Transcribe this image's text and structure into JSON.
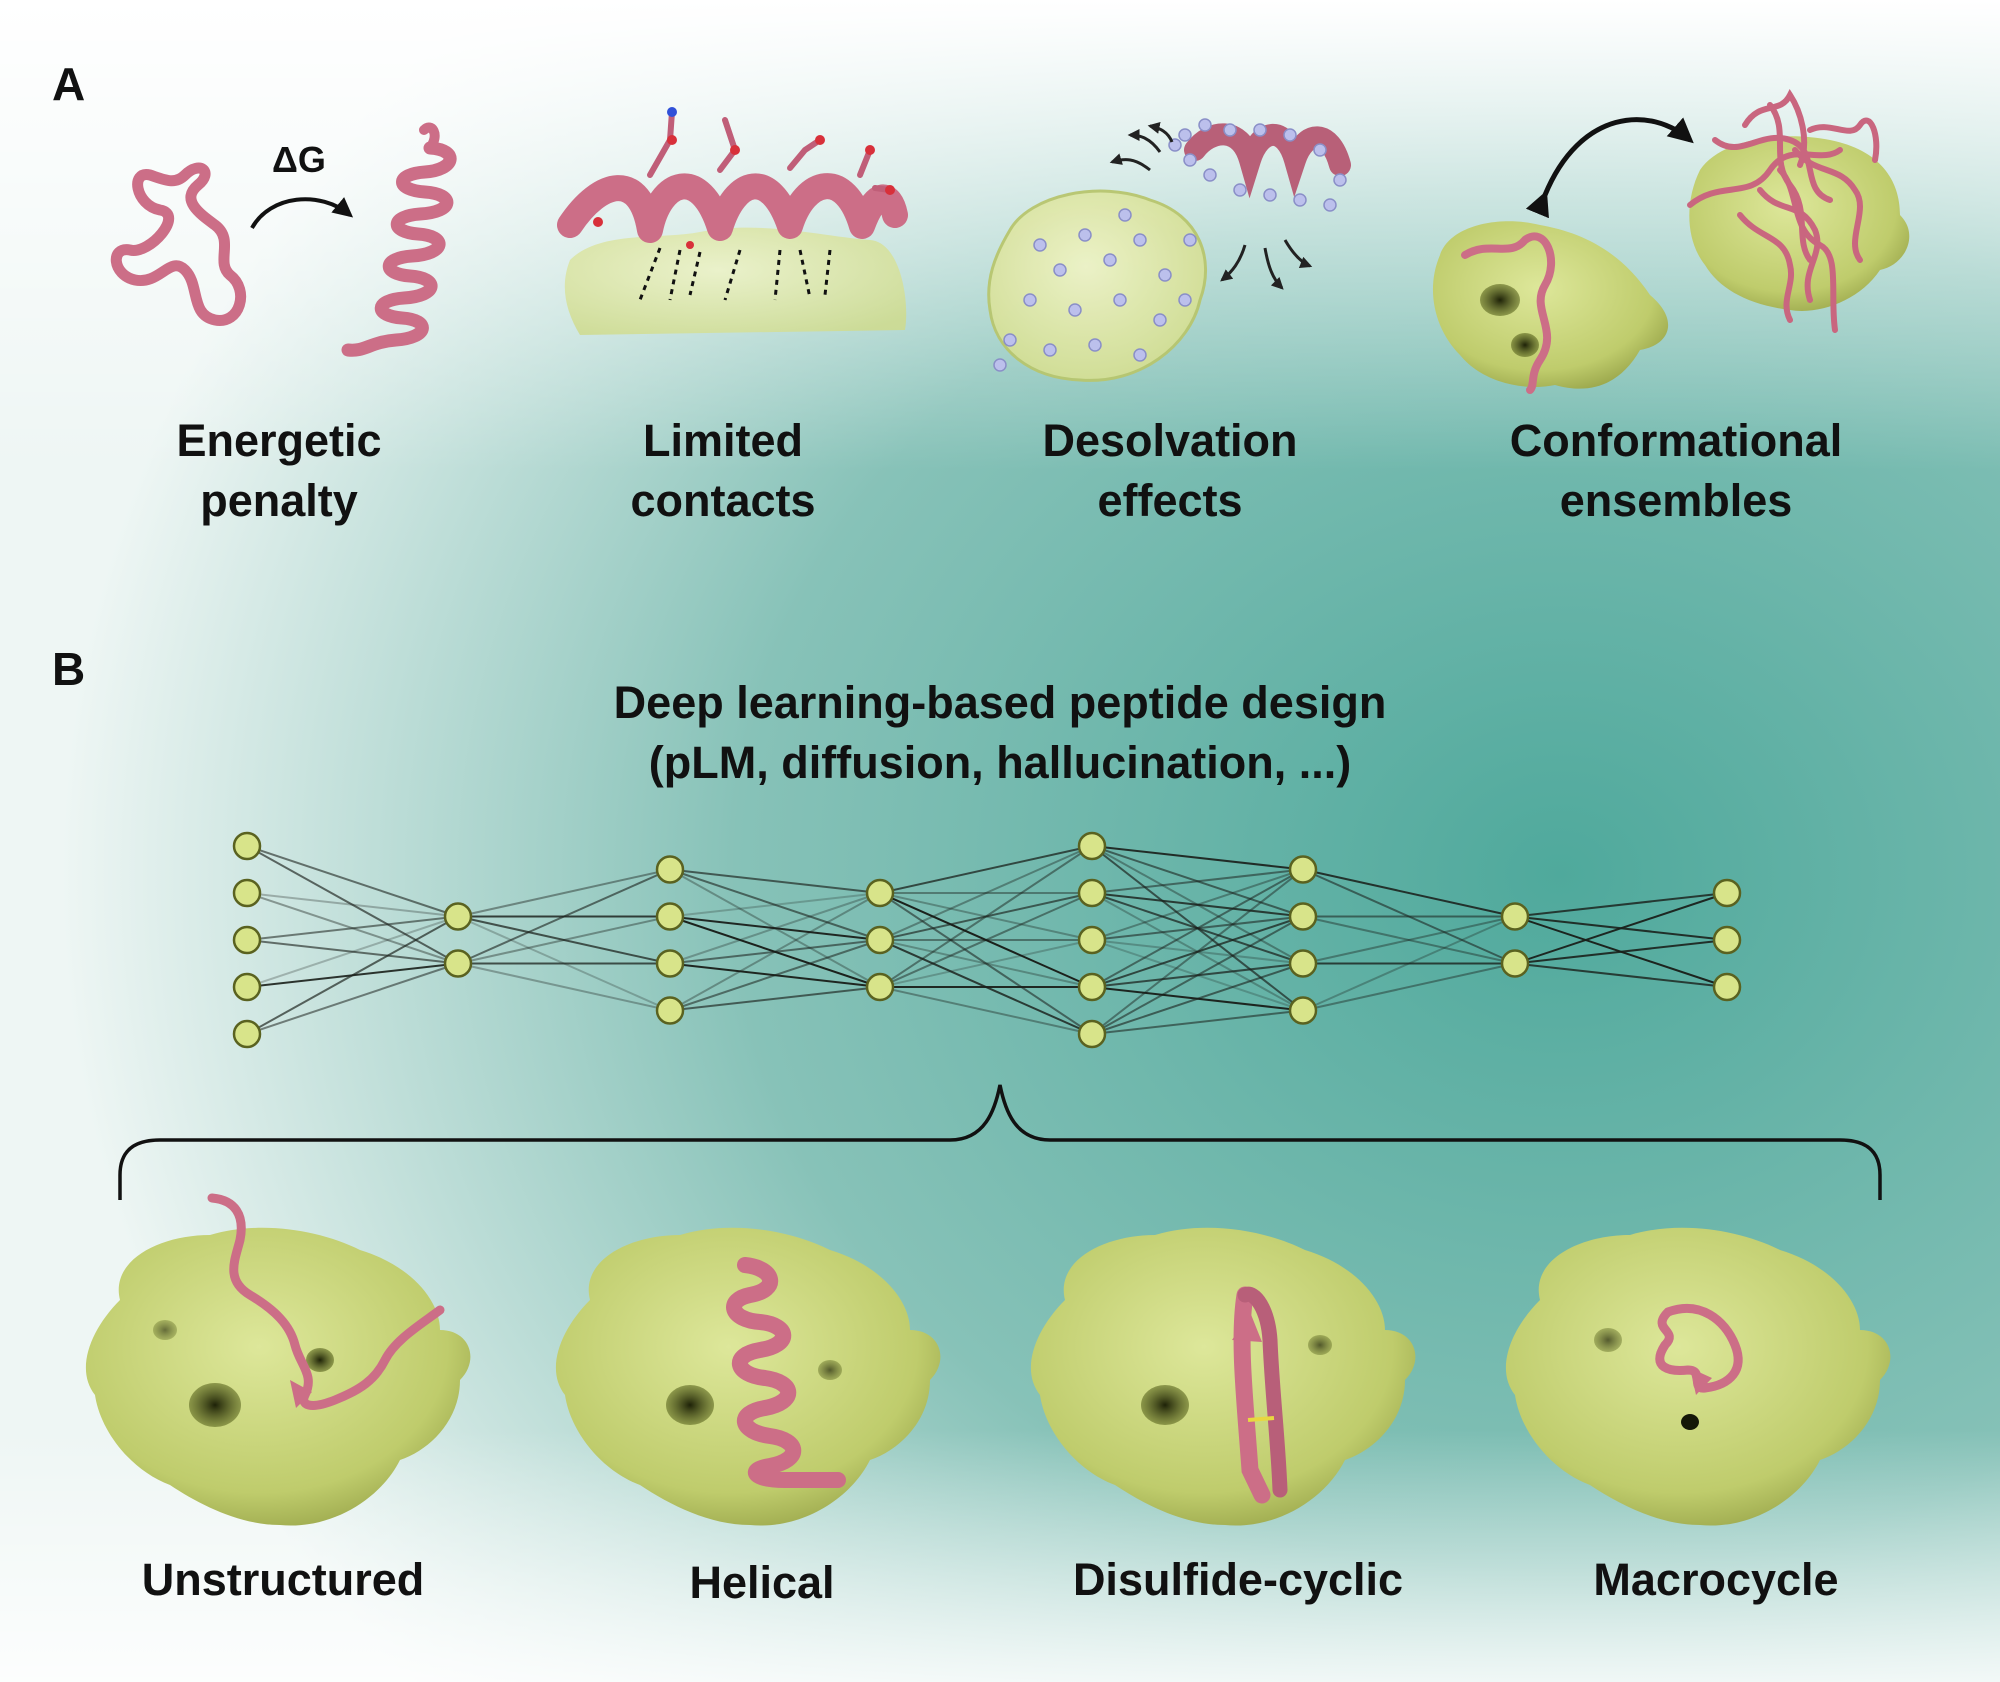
{
  "panel_a": {
    "letter": "A",
    "delta_g": "ΔG",
    "items": [
      {
        "line1": "Energetic",
        "line2": "penalty"
      },
      {
        "line1": "Limited",
        "line2": "contacts"
      },
      {
        "line1": "Desolvation",
        "line2": "effects"
      },
      {
        "line1": "Conformational",
        "line2": "ensembles"
      }
    ]
  },
  "panel_b": {
    "letter": "B",
    "title_line1": "Deep learning-based peptide design",
    "title_line2": "(pLM, diffusion, hallucination, ...)",
    "network_layers": [
      5,
      2,
      4,
      3,
      5,
      4,
      2,
      3
    ],
    "examples": [
      "Unstructured",
      "Helical",
      "Disulfide-cyclic",
      "Macrocycle"
    ]
  },
  "colors": {
    "peptide": "#cc6e87",
    "protein": "#c9d67a",
    "protein_dark": "#6f7a2e",
    "node": "#d8e48a",
    "background_teal": "#5fb3a7",
    "water": "#b9bde8"
  }
}
